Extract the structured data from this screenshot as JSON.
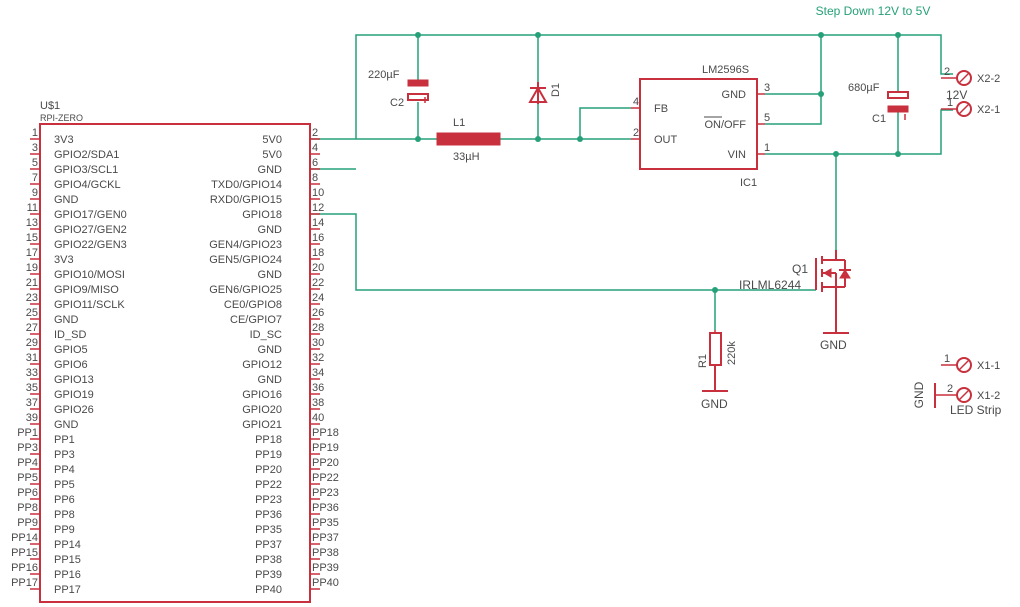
{
  "title": "Step Down 12V to 5V",
  "pi": {
    "ref": "U$1",
    "part": "RPI-ZERO",
    "left_pins": [
      {
        "num": "1",
        "label": "3V3"
      },
      {
        "num": "3",
        "label": "GPIO2/SDA1"
      },
      {
        "num": "5",
        "label": "GPIO3/SCL1"
      },
      {
        "num": "7",
        "label": "GPIO4/GCKL"
      },
      {
        "num": "9",
        "label": "GND"
      },
      {
        "num": "11",
        "label": "GPIO17/GEN0"
      },
      {
        "num": "13",
        "label": "GPIO27/GEN2"
      },
      {
        "num": "15",
        "label": "GPIO22/GEN3"
      },
      {
        "num": "17",
        "label": "3V3"
      },
      {
        "num": "19",
        "label": "GPIO10/MOSI"
      },
      {
        "num": "21",
        "label": "GPIO9/MISO"
      },
      {
        "num": "23",
        "label": "GPIO11/SCLK"
      },
      {
        "num": "25",
        "label": "GND"
      },
      {
        "num": "27",
        "label": "ID_SD"
      },
      {
        "num": "29",
        "label": "GPIO5"
      },
      {
        "num": "31",
        "label": "GPIO6"
      },
      {
        "num": "33",
        "label": "GPIO13"
      },
      {
        "num": "35",
        "label": "GPIO19"
      },
      {
        "num": "37",
        "label": "GPIO26"
      },
      {
        "num": "39",
        "label": "GND"
      },
      {
        "num": "PP1",
        "label": "PP1"
      },
      {
        "num": "PP3",
        "label": "PP3"
      },
      {
        "num": "PP4",
        "label": "PP4"
      },
      {
        "num": "PP5",
        "label": "PP5"
      },
      {
        "num": "PP6",
        "label": "PP6"
      },
      {
        "num": "PP8",
        "label": "PP8"
      },
      {
        "num": "PP9",
        "label": "PP9"
      },
      {
        "num": "PP14",
        "label": "PP14"
      },
      {
        "num": "PP15",
        "label": "PP15"
      },
      {
        "num": "PP16",
        "label": "PP16"
      },
      {
        "num": "PP17",
        "label": "PP17"
      }
    ],
    "right_pins": [
      {
        "num": "2",
        "label": "5V0"
      },
      {
        "num": "4",
        "label": "5V0"
      },
      {
        "num": "6",
        "label": "GND"
      },
      {
        "num": "8",
        "label": "TXD0/GPIO14"
      },
      {
        "num": "10",
        "label": "RXD0/GPIO15"
      },
      {
        "num": "12",
        "label": "GPIO18"
      },
      {
        "num": "14",
        "label": "GND"
      },
      {
        "num": "16",
        "label": "GEN4/GPIO23"
      },
      {
        "num": "18",
        "label": "GEN5/GPIO24"
      },
      {
        "num": "20",
        "label": "GND"
      },
      {
        "num": "22",
        "label": "GEN6/GPIO25"
      },
      {
        "num": "24",
        "label": "CE0/GPIO8"
      },
      {
        "num": "26",
        "label": "CE/GPIO7"
      },
      {
        "num": "28",
        "label": "ID_SC"
      },
      {
        "num": "30",
        "label": "GND"
      },
      {
        "num": "32",
        "label": "GPIO12"
      },
      {
        "num": "34",
        "label": "GND"
      },
      {
        "num": "36",
        "label": "GPIO16"
      },
      {
        "num": "38",
        "label": "GPIO20"
      },
      {
        "num": "40",
        "label": "GPIO21"
      },
      {
        "num": "PP18",
        "label": "PP18"
      },
      {
        "num": "PP19",
        "label": "PP19"
      },
      {
        "num": "PP20",
        "label": "PP20"
      },
      {
        "num": "PP22",
        "label": "PP22"
      },
      {
        "num": "PP23",
        "label": "PP23"
      },
      {
        "num": "PP36",
        "label": "PP36"
      },
      {
        "num": "PP35",
        "label": "PP35"
      },
      {
        "num": "PP37",
        "label": "PP37"
      },
      {
        "num": "PP38",
        "label": "PP38"
      },
      {
        "num": "PP39",
        "label": "PP39"
      },
      {
        "num": "PP40",
        "label": "PP40"
      }
    ]
  },
  "c2": {
    "ref": "C2",
    "value": "220µF"
  },
  "d1": {
    "ref": "D1"
  },
  "l1": {
    "ref": "L1",
    "value": "33µH"
  },
  "ic1": {
    "ref": "IC1",
    "part": "LM2596S",
    "pins": [
      {
        "num": "4",
        "label": "FB"
      },
      {
        "num": "2",
        "label": "OUT"
      },
      {
        "num": "3",
        "label": "GND"
      },
      {
        "num": "5",
        "label": "ON/OFF"
      },
      {
        "num": "1",
        "label": "VIN"
      }
    ]
  },
  "c1": {
    "ref": "C1",
    "value": "680µF"
  },
  "x2": {
    "pin2_num": "2",
    "pin2_label": "X2-2",
    "pin1_num": "1",
    "pin1_label": "X2-1",
    "note": "12V"
  },
  "q1": {
    "ref": "Q1",
    "part": "IRLML6244"
  },
  "r1": {
    "ref": "R1",
    "value": "220k"
  },
  "x1": {
    "pin1_num": "1",
    "pin1_label": "X1-1",
    "pin2_num": "2",
    "pin2_label": "X1-2",
    "note": "LED Strip"
  },
  "gnd": "GND"
}
